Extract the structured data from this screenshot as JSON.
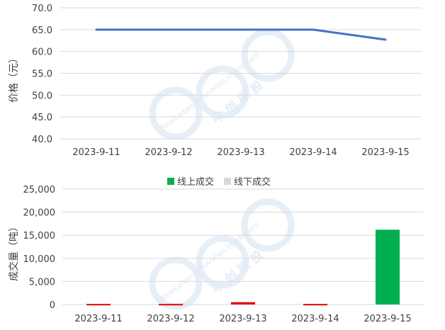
{
  "chart_data": [
    {
      "type": "line",
      "title": "",
      "xlabel": "",
      "ylabel": "价格（元）",
      "categories": [
        "2023-9-11",
        "2023-9-12",
        "2023-9-13",
        "2023-9-14",
        "2023-9-15"
      ],
      "series": [
        {
          "name": "",
          "values": [
            65.0,
            65.0,
            65.0,
            65.0,
            62.7
          ],
          "color": "#4472c4"
        }
      ],
      "ylim": [
        40,
        70
      ],
      "yticks": [
        "70.0",
        "65.0",
        "60.0",
        "55.0",
        "50.0",
        "45.0",
        "40.0"
      ],
      "grid": true
    },
    {
      "type": "bar",
      "title": "",
      "xlabel": "",
      "ylabel": "成交量（吨）",
      "categories": [
        "2023-9-11",
        "2023-9-12",
        "2023-9-13",
        "2023-9-14",
        "2023-9-15"
      ],
      "series": [
        {
          "name": "线上成交",
          "values": [
            0,
            0,
            0,
            0,
            16200
          ],
          "color": "#00b050"
        },
        {
          "name": "线下成交",
          "values": [
            0,
            0,
            0,
            0,
            0
          ],
          "color": "#d9d9d9"
        }
      ],
      "marker_values": [
        120,
        120,
        500,
        120,
        0
      ],
      "marker_color": "#e00000",
      "ylim": [
        0,
        25000
      ],
      "yticks": [
        "25,000",
        "20,000",
        "15,000",
        "10,000",
        "5,000",
        "0"
      ],
      "legend_position": "top-center",
      "grid": true
    }
  ],
  "watermark": {
    "latin": "SinoCarbon Innovation Investment",
    "chinese": "中 创 碳 投"
  }
}
